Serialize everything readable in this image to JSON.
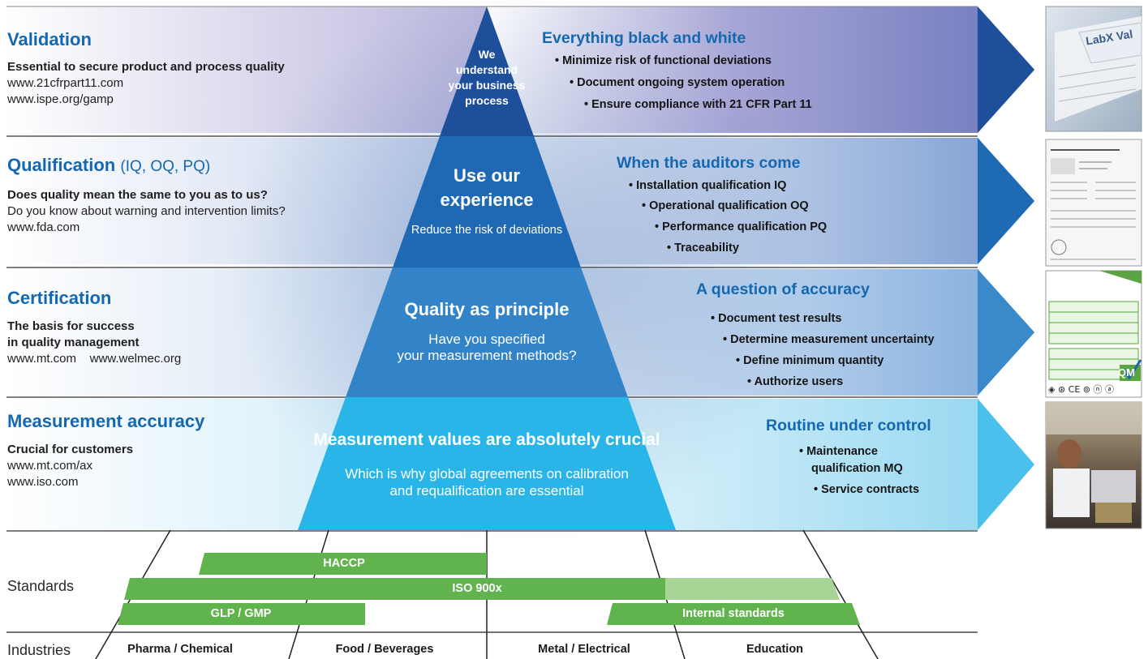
{
  "bands": [
    {
      "title": "Validation",
      "subtitle": "Essential to secure product and process quality",
      "links": [
        "www.21cfrpart11.com",
        "www.ispe.org/gamp"
      ],
      "pyramid_lines": [
        "We",
        "understand",
        "your business",
        "process"
      ],
      "right_heading": "Everything black and white",
      "bullets": [
        "• Minimize risk of functional deviations",
        "• Document ongoing system operation",
        "• Ensure compliance with 21 CFR Part 11"
      ],
      "thumb_text": "LabX Val"
    },
    {
      "title": "Qualification",
      "title_suffix": "(IQ, OQ, PQ)",
      "subtitle": "Does quality mean the same to you as to us?",
      "links": [
        "Do you know about warning and intervention limits?",
        "www.fda.com"
      ],
      "pyramid_heading_lines": [
        "Use our",
        "experience"
      ],
      "pyramid_sub": "Reduce the risk of deviations",
      "right_heading": "When the auditors come",
      "bullets": [
        "• Installation qualification IQ",
        "• Operational qualification OQ",
        "• Performance qualification PQ",
        "• Traceability"
      ]
    },
    {
      "title": "Certification",
      "subtitle_lines": [
        "The basis for success",
        "in quality management"
      ],
      "links": [
        "www.mt.com    www.welmec.org"
      ],
      "pyramid_heading": "Quality as principle",
      "pyramid_sub_lines": [
        "Have you specified",
        "your measurement methods?"
      ],
      "right_heading": "A question of accuracy",
      "bullets": [
        "• Document test results",
        "• Determine measurement uncertainty",
        "• Define minimum quantity",
        "• Authorize users"
      ],
      "thumb_text": "QM"
    },
    {
      "title": "Measurement accuracy",
      "subtitle": "Crucial for customers",
      "links": [
        "www.mt.com/ax",
        "www.iso.com"
      ],
      "pyramid_heading": "Measurement values are absolutely crucial",
      "pyramid_sub_lines": [
        "Which is why global agreements on calibration",
        "and requalification are essential"
      ],
      "right_heading": "Routine under control",
      "bullets": [
        "• Maintenance",
        "qualification MQ",
        "• Service contracts"
      ]
    }
  ],
  "standards": {
    "label": "Standards",
    "bars": [
      "HACCP",
      "ISO 900x",
      "GLP / GMP",
      "Internal standards"
    ]
  },
  "industries": {
    "label": "Industries",
    "items": [
      "Pharma / Chemical",
      "Food / Beverages",
      "Metal / Electrical",
      "Education"
    ]
  },
  "colors": {
    "title_blue": "#1568b0",
    "tier1": "#1e4f9b",
    "tier2": "#1f68b3",
    "tier3": "#3283c8",
    "tier4": "#2ab5e8",
    "bar_green": "#61b34d",
    "bar_green_light": "#a8d596"
  }
}
